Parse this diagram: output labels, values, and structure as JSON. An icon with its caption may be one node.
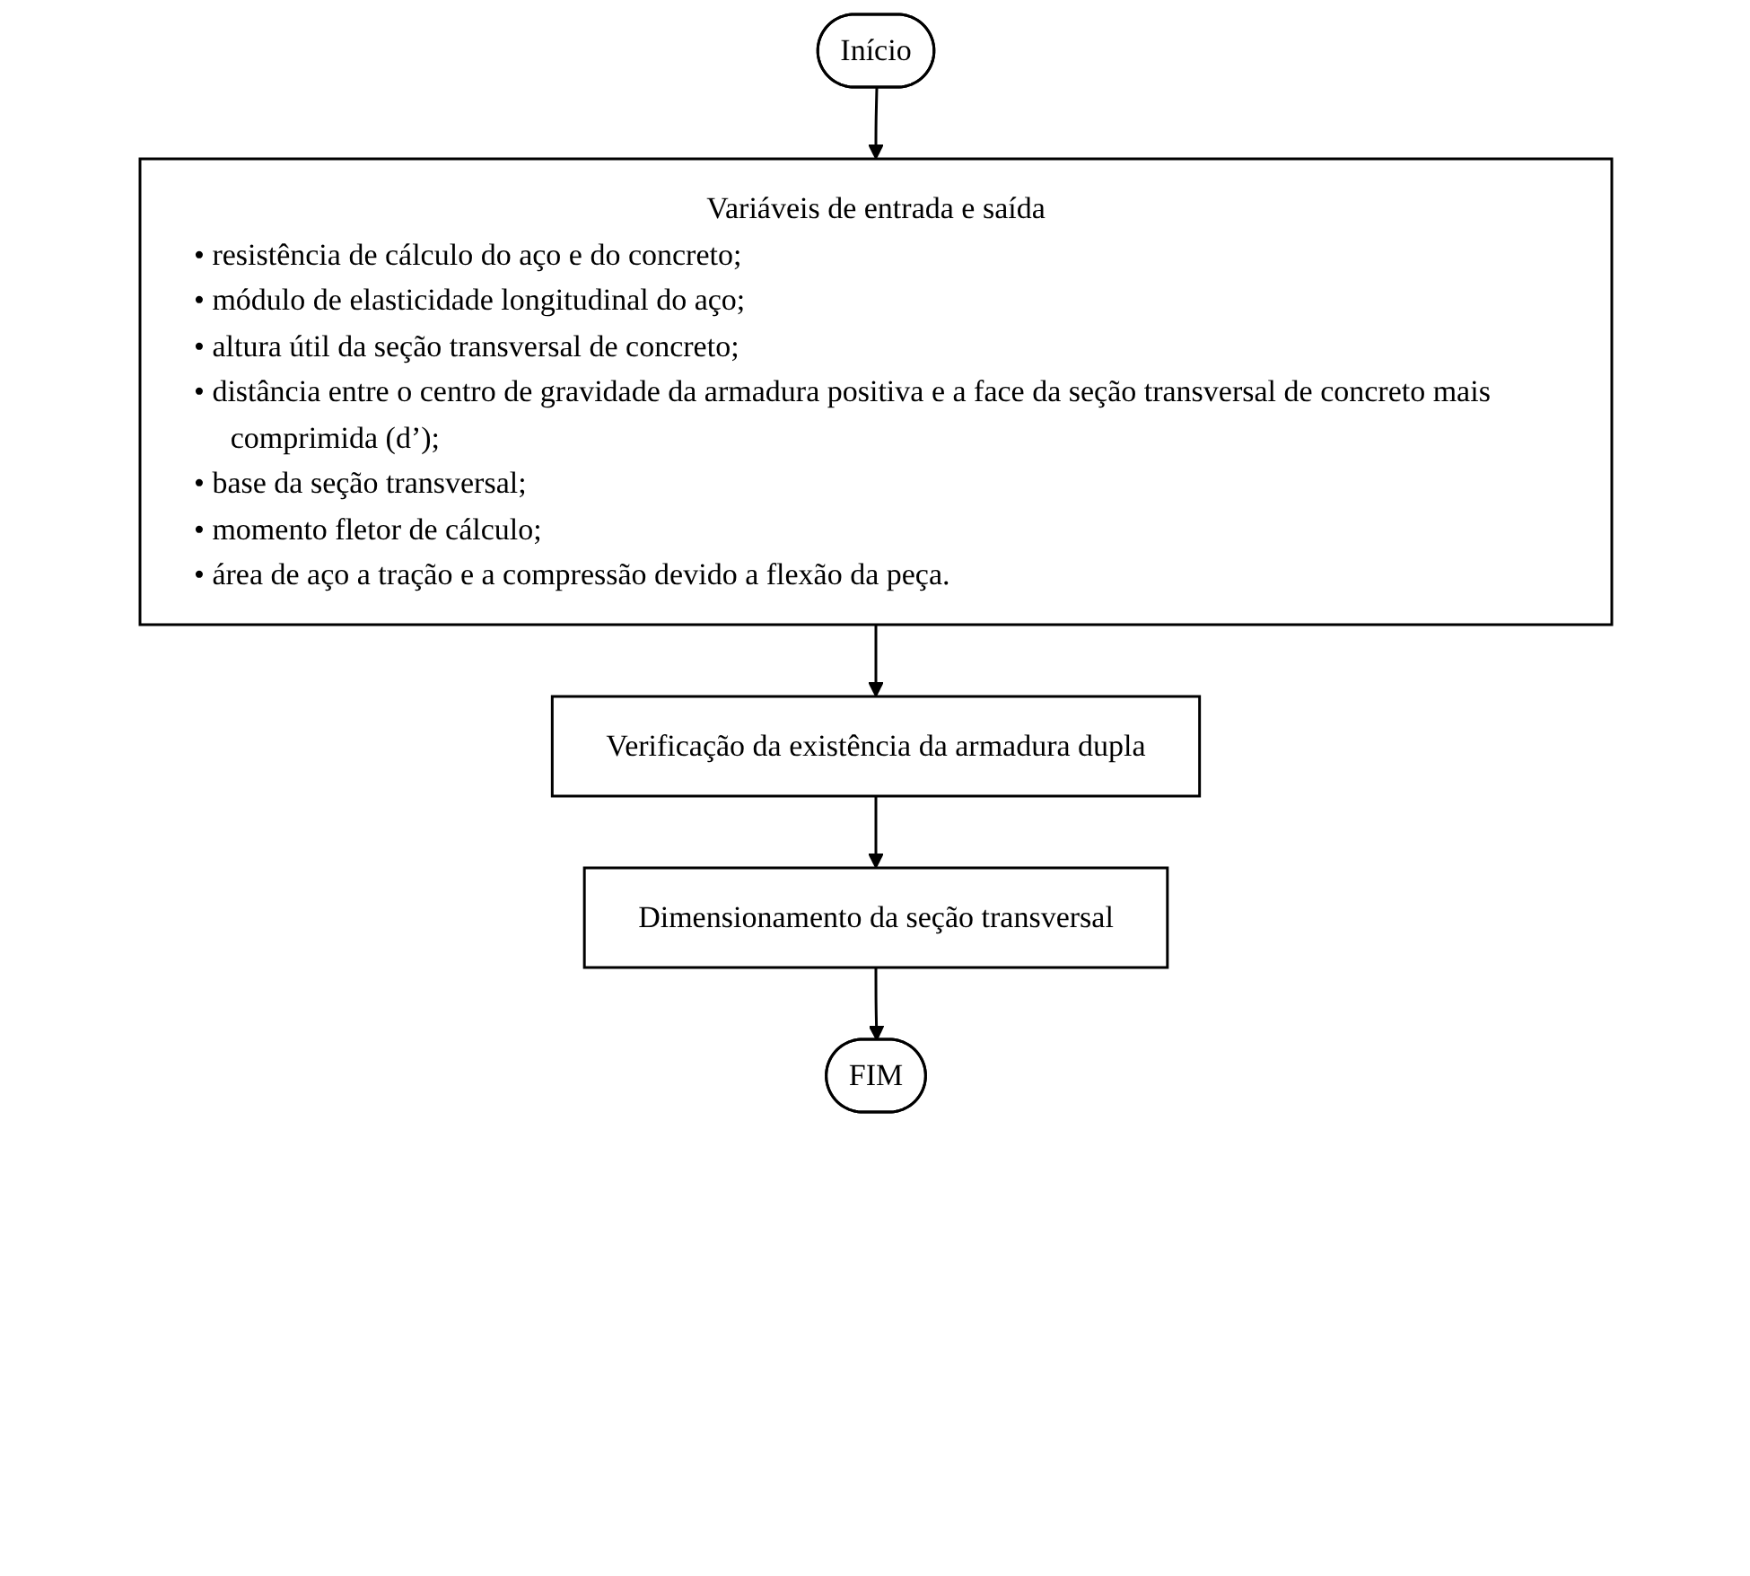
{
  "diagram": {
    "nodes": [
      {
        "text": [
          "Início"
        ]
      },
      {
        "text": [
          "Variáveis de entrada e saída",
          "• resistência de cálculo do aço e do concreto;",
          "• módulo de elasticidade longitudinal do aço;",
          "• altura útil da seção transversal de concreto;",
          "• distância entre o centro de gravidade da armadura positiva e a face da seção transversal de concreto mais comprimida (d’);",
          "• base da seção transversal;",
          "• momento fletor de cálculo;",
          "• área de aço a tração e a compressão devido a flexão da peça."
        ]
      },
      {
        "text": [
          "Verificação da existência da armadura dupla"
        ]
      },
      {
        "text": [
          "Dimensionamento da seção transversal"
        ]
      },
      {
        "text": [
          "FIM"
        ]
      }
    ],
    "edges": [
      {
        "from": 0,
        "to": 1,
        "arrow": "to"
      },
      {
        "from": 1,
        "to": 2,
        "arrow": "to"
      },
      {
        "from": 2,
        "to": 3,
        "arrow": "to"
      },
      {
        "from": 3,
        "to": 4,
        "arrow": "to"
      }
    ]
  }
}
